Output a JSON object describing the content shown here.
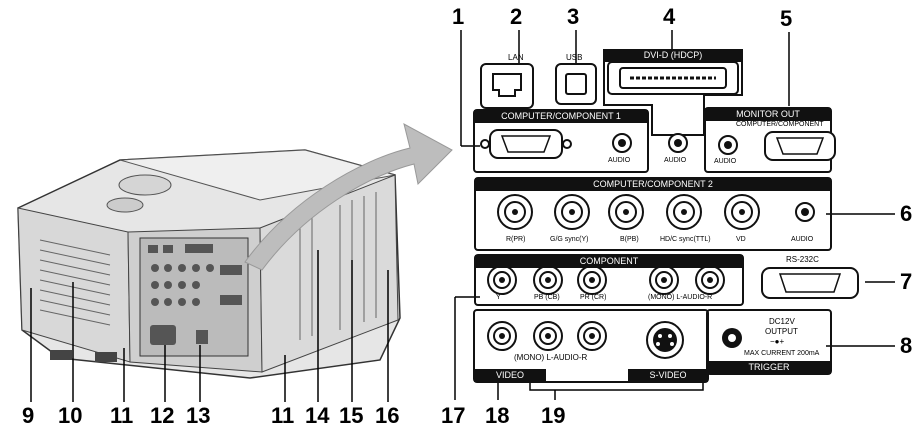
{
  "numbers": [
    "1",
    "2",
    "3",
    "4",
    "5",
    "6",
    "7",
    "8",
    "9",
    "10",
    "11",
    "12",
    "13",
    "11",
    "14",
    "15",
    "16",
    "17",
    "18",
    "19"
  ],
  "labels": {
    "lan": "LAN",
    "usb": "USB",
    "dvi": "DVI-D (HDCP)",
    "comp1": "COMPUTER/COMPONENT 1",
    "audio": "AUDIO",
    "monitor_out": "MONITOR OUT",
    "monitor_sub": "COMPUTER/COMPONENT",
    "comp2": "COMPUTER/COMPONENT 2",
    "comp2_jacks": [
      "R(PR)",
      "G/G sync(Y)",
      "B(PB)",
      "HD/C sync(TTL)",
      "VD"
    ],
    "component": "COMPONENT",
    "component_jacks": [
      "Y",
      "PB (CB)",
      "PR (CR)"
    ],
    "component_audio": "(MONO) L-AUDIO-R",
    "rs232c": "RS-232C",
    "dc_out": "DC12V",
    "dc_out2": "OUTPUT",
    "dc_polarity": "−●+",
    "dc_current": "MAX CURRENT 200mA",
    "trigger": "TRIGGER",
    "video": "VIDEO",
    "video_audio": "(MONO) L-AUDIO-R",
    "svideo": "S-VIDEO"
  }
}
